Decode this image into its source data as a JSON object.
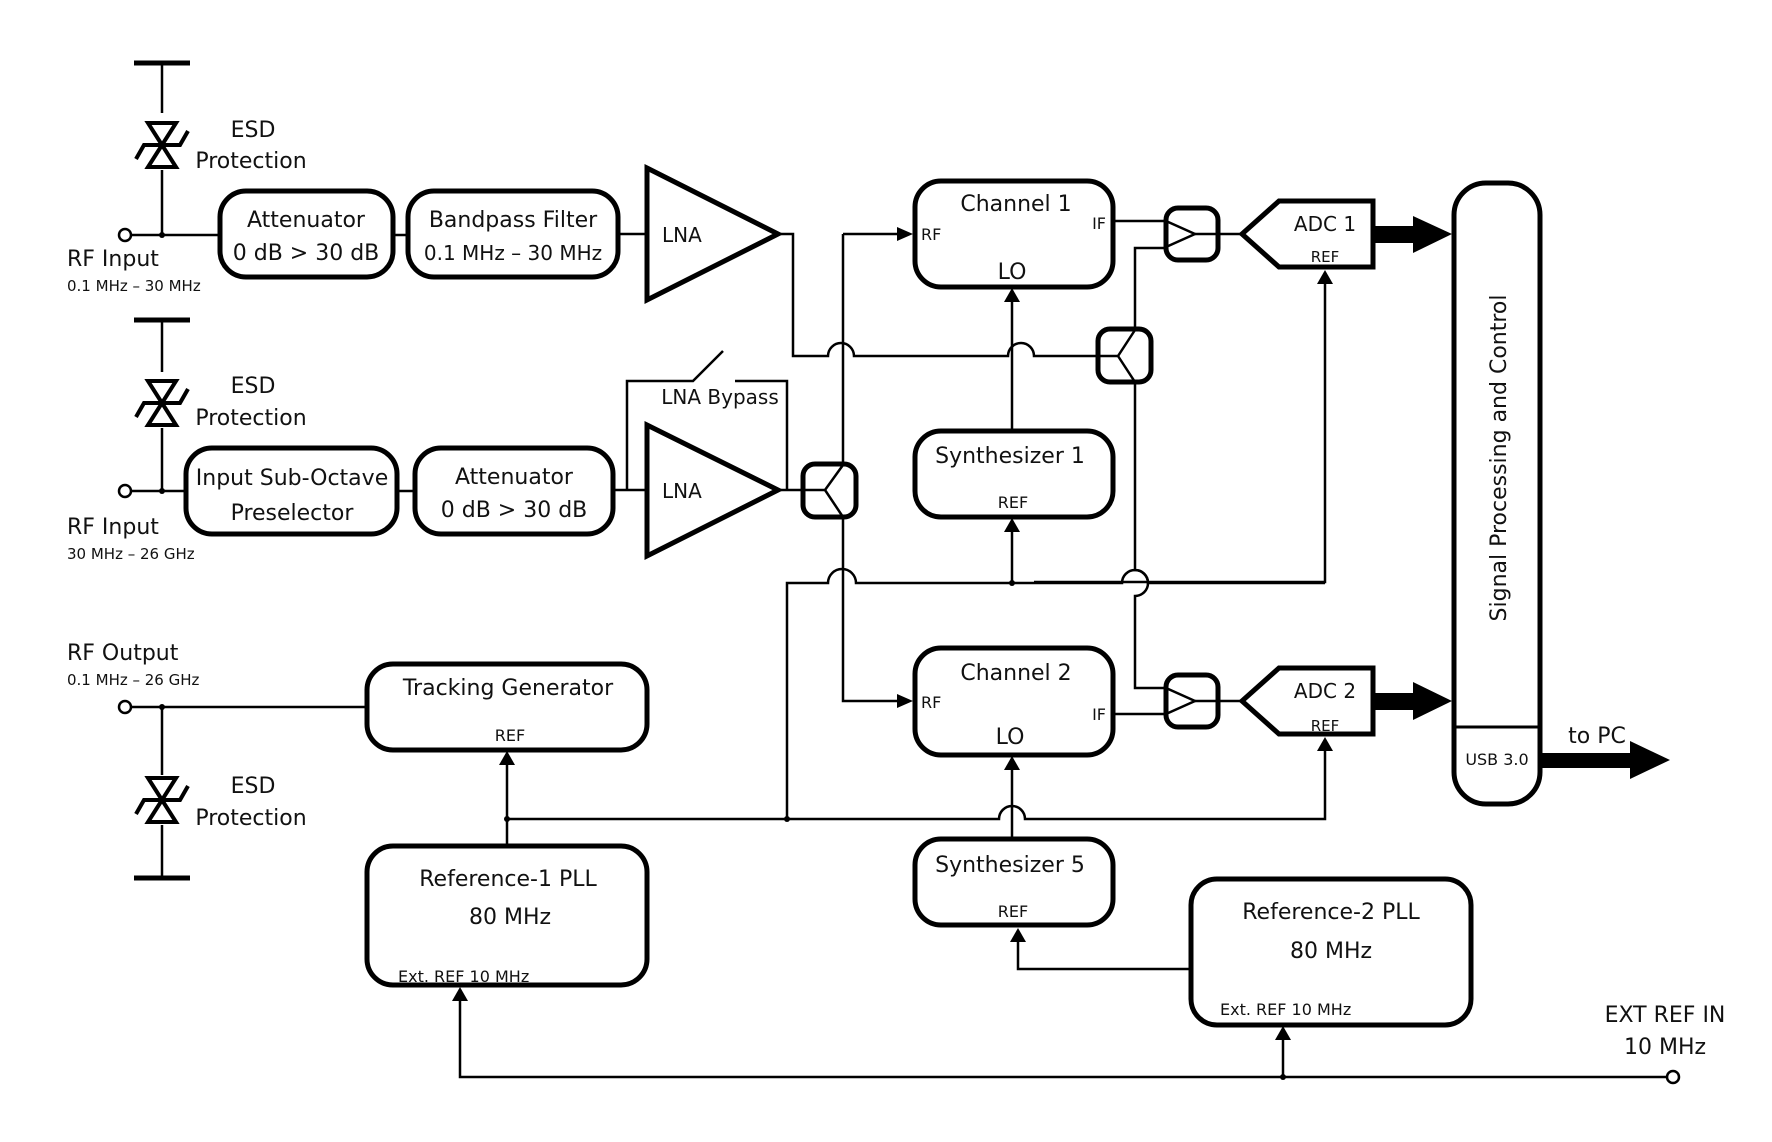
{
  "colors": {
    "stroke": "#000000",
    "background": "#ffffff",
    "text": "#111111"
  },
  "inputs": [
    {
      "label": "RF Input",
      "range": "0.1 MHz – 30 MHz"
    },
    {
      "label": "RF Input",
      "range": "30 MHz – 26 GHz"
    }
  ],
  "output": {
    "label": "RF Output",
    "range": "0.1 MHz – 26 GHz"
  },
  "esd": [
    {
      "line1": "ESD",
      "line2": "Protection"
    },
    {
      "line1": "ESD",
      "line2": "Protection"
    },
    {
      "line1": "ESD",
      "line2": "Protection"
    }
  ],
  "path1": {
    "attenuator": {
      "title": "Attenuator",
      "sub": "0 dB > 30 dB"
    },
    "filter": {
      "title": "Bandpass Filter",
      "sub": "0.1 MHz – 30 MHz"
    },
    "lna": "LNA"
  },
  "path2": {
    "preselector": {
      "line1": "Input Sub-Octave",
      "line2": "Preselector"
    },
    "attenuator": {
      "title": "Attenuator",
      "sub": "0 dB > 30 dB"
    },
    "lna": "LNA",
    "bypass": "LNA Bypass"
  },
  "channels": [
    {
      "title": "Channel 1",
      "rf": "RF",
      "if": "IF",
      "lo": "LO"
    },
    {
      "title": "Channel 2",
      "rf": "RF",
      "if": "IF",
      "lo": "LO"
    }
  ],
  "synths": [
    {
      "title": "Synthesizer  1",
      "ref": "REF"
    },
    {
      "title": "Synthesizer  5",
      "ref": "REF"
    }
  ],
  "adcs": [
    {
      "title": "ADC 1",
      "ref": "REF"
    },
    {
      "title": "ADC 2",
      "ref": "REF"
    }
  ],
  "signal_processing": {
    "title": "Signal Processing and Control",
    "usb": "USB  3.0",
    "to_pc": "to PC"
  },
  "tracking_generator": {
    "title": "Tracking Generator",
    "ref": "REF"
  },
  "ref_plls": [
    {
      "title": "Reference-1 PLL",
      "freq": "80 MHz",
      "ext": "Ext. REF 10 MHz"
    },
    {
      "title": "Reference-2 PLL",
      "freq": "80 MHz",
      "ext": "Ext. REF 10 MHz"
    }
  ],
  "ext_ref": {
    "line1": "EXT REF IN",
    "line2": "10 MHz"
  }
}
